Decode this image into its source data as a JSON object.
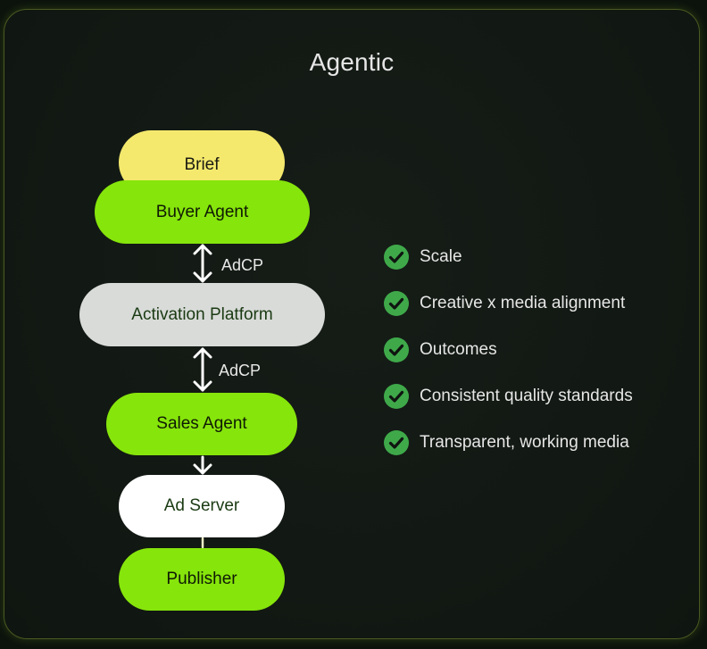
{
  "title": "Agentic",
  "flow": {
    "brief": "Brief",
    "buyer_agent": "Buyer Agent",
    "activation_platform": "Activation Platform",
    "sales_agent": "Sales Agent",
    "ad_server": "Ad Server",
    "publisher": "Publisher",
    "connector_1": "AdCP",
    "connector_2": "AdCP"
  },
  "benefits": [
    "Scale",
    "Creative x media alignment",
    "Outcomes",
    "Consistent quality standards",
    "Transparent, working media"
  ],
  "colors": {
    "background": "#0c130d",
    "card_border": "#4a5a22",
    "brief": "#f4e96d",
    "agent_green": "#86e50b",
    "platform_grey": "#d9dbd9",
    "ad_server": "#ffffff",
    "check_green": "#3fa94a"
  },
  "icons": {
    "benefit_icon": "check-circle-icon",
    "connector_bidirectional": "double-arrow-icon",
    "connector_down": "down-arrow-icon",
    "connector_up": "up-arrow-icon"
  }
}
